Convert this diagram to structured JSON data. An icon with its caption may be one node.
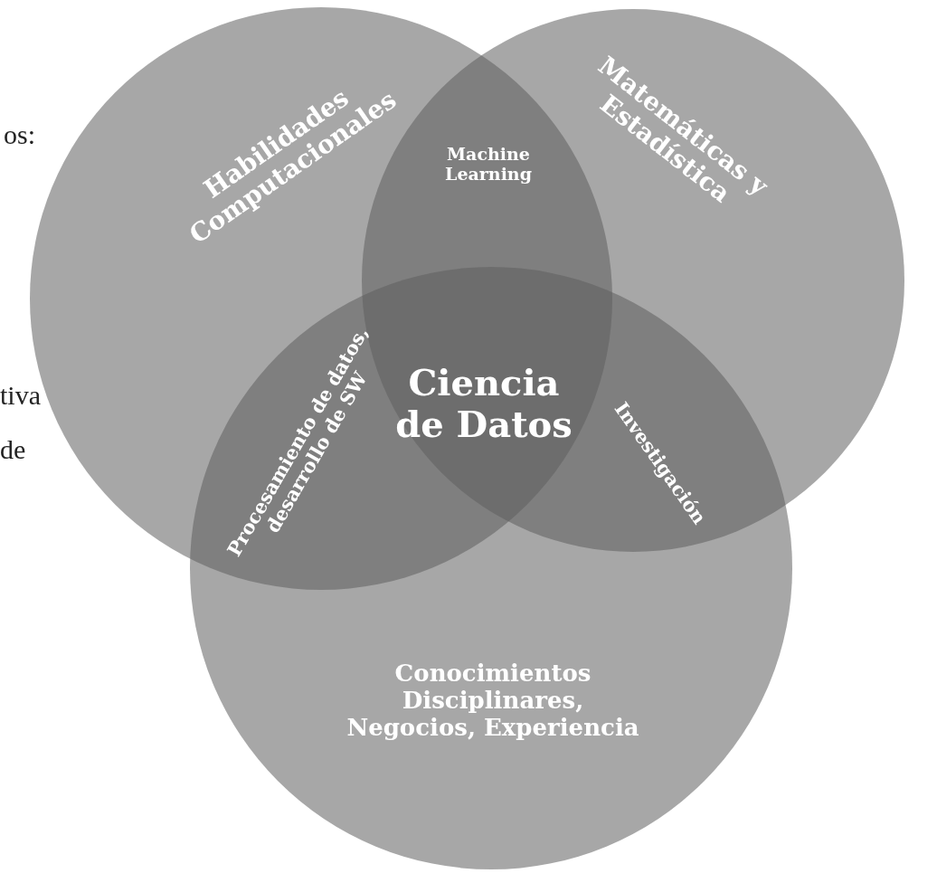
{
  "diagram": {
    "nodes": [
      {
        "text": [
          "Habilidades Computacionales"
        ]
      },
      {
        "text": [
          "Matemáticas y Estadística"
        ]
      },
      {
        "text": [
          "Conocimientos Disciplinares, Negocios, Experiencia"
        ]
      },
      {
        "text": [
          "Machine Learning"
        ]
      },
      {
        "text": [
          "Procesamiento de datos, desarrollo de SW"
        ]
      },
      {
        "text": [
          "Investigación"
        ]
      },
      {
        "text": [
          "Ciencia de Datos"
        ]
      }
    ],
    "labels": [
      "os:",
      "tiva",
      "de"
    ]
  }
}
